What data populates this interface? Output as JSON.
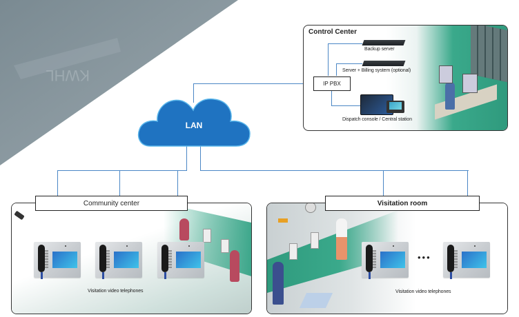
{
  "diagram": {
    "network": {
      "label": "LAN",
      "color": "#1f73c1",
      "wire_color": "#4a86c5"
    },
    "control_center": {
      "title": "Control Center",
      "pbx_label": "IP PBX",
      "devices": [
        {
          "label": "Backup server",
          "icon": "rack-server-icon"
        },
        {
          "label": "Server + Billing system (optional)",
          "icon": "rack-server-icon"
        },
        {
          "label": "Dispatch console / Central station",
          "icon": "dispatch-console-icon"
        }
      ],
      "scene": "operator-at-monitor-wall"
    },
    "community_center": {
      "title": "Community center",
      "caption": "Visitation video telephones",
      "phone_count": 3,
      "scene": "visitors-using-wall-phones",
      "icon": "security-camera-icon"
    },
    "visitation_room": {
      "title": "Visitation room",
      "caption": "Visitation video telephones",
      "phone_count": 2,
      "ellipsis": "•••",
      "scene": "inmate-and-guard"
    },
    "background": {
      "colors": {
        "photo_tint": "#7f8f97",
        "accent_green": "#3aa98b"
      }
    }
  }
}
